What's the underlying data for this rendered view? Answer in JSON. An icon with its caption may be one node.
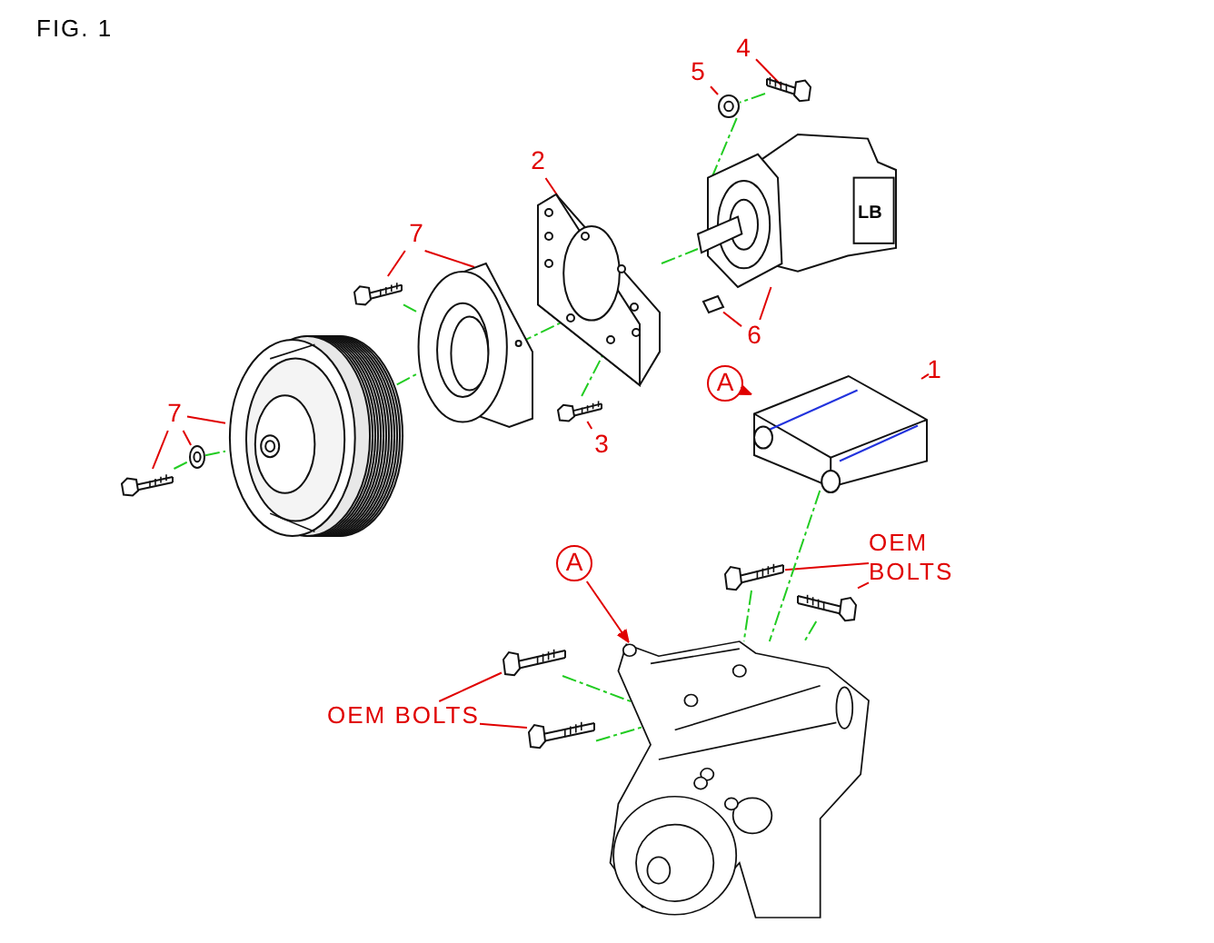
{
  "diagram": {
    "title": "FIG. 1",
    "nodes": [
      {
        "text": [
          "7"
        ]
      },
      {
        "text": [
          "7"
        ]
      },
      {
        "text": [
          "2"
        ]
      },
      {
        "text": [
          "3"
        ]
      },
      {
        "text": [
          "5"
        ]
      },
      {
        "text": [
          "4"
        ]
      },
      {
        "text": [
          "6"
        ]
      },
      {
        "text": [
          "A"
        ]
      },
      {
        "text": [
          "1"
        ]
      },
      {
        "text": [
          "A"
        ]
      },
      {
        "text": [
          "OEM BOLTS"
        ]
      },
      {
        "text": [
          "OEM BOLTS"
        ]
      },
      {
        "text": [],
        "shape": "picture"
      },
      {
        "text": [],
        "shape": "picture"
      },
      {
        "text": [],
        "shape": "picture"
      },
      {
        "text": [],
        "shape": "picture"
      },
      {
        "text": [],
        "shape": "picture"
      },
      {
        "text": [],
        "shape": "picture"
      },
      {
        "text": [],
        "shape": "picture"
      },
      {
        "text": [],
        "shape": "picture"
      },
      {
        "text": [],
        "shape": "picture"
      },
      {
        "text": [],
        "shape": "picture"
      },
      {
        "text": [],
        "shape": "picture"
      },
      {
        "text": [],
        "shape": "picture"
      },
      {
        "text": [],
        "shape": "picture"
      },
      {
        "text": [],
        "shape": "picture"
      },
      {
        "text": [],
        "shape": "picture"
      },
      {
        "text": [],
        "shape": "picture"
      },
      {
        "text": [],
        "shape": "picture"
      }
    ],
    "edges": [
      {
        "from": 0,
        "to": 15,
        "arrow": "none"
      },
      {
        "from": 0,
        "to": 16,
        "arrow": "none"
      },
      {
        "from": 1,
        "to": 12,
        "arrow": "none"
      },
      {
        "from": 1,
        "to": 13,
        "arrow": "none"
      },
      {
        "from": 1,
        "to": 14,
        "arrow": "none"
      },
      {
        "from": 2,
        "to": 17,
        "arrow": "none"
      },
      {
        "from": 3,
        "to": 18,
        "arrow": "none"
      },
      {
        "from": 4,
        "to": 19,
        "arrow": "none"
      },
      {
        "from": 5,
        "to": 20,
        "arrow": "none"
      },
      {
        "from": 6,
        "to": 22,
        "arrow": "none"
      },
      {
        "from": 6,
        "to": 21,
        "arrow": "none"
      },
      {
        "from": 7,
        "to": 23,
        "arrow": "to"
      },
      {
        "from": 8,
        "to": 23,
        "arrow": "none"
      },
      {
        "from": 9,
        "to": 24,
        "arrow": "to"
      },
      {
        "from": 10,
        "to": 25,
        "arrow": "none"
      },
      {
        "from": 10,
        "to": 26,
        "arrow": "none"
      },
      {
        "from": 11,
        "to": 27,
        "arrow": "none"
      },
      {
        "from": 11,
        "to": 28,
        "arrow": "none"
      },
      {
        "from": 12,
        "to": 13,
        "arrow": "none",
        "style": "dashed",
        "color": "#22cc22"
      },
      {
        "from": 13,
        "to": 14,
        "arrow": "none",
        "style": "dashed",
        "color": "#22cc22"
      },
      {
        "from": 14,
        "to": 16,
        "arrow": "none",
        "style": "dashed",
        "color": "#22cc22"
      },
      {
        "from": 15,
        "to": 16,
        "arrow": "none",
        "style": "dashed",
        "color": "#22cc22"
      },
      {
        "from": 16,
        "to": 17,
        "arrow": "none",
        "style": "dashed",
        "color": "#22cc22"
      },
      {
        "from": 17,
        "to": 21,
        "arrow": "none",
        "style": "dashed",
        "color": "#22cc22"
      },
      {
        "from": 18,
        "to": 17,
        "arrow": "none",
        "style": "dashed",
        "color": "#22cc22"
      },
      {
        "from": 20,
        "to": 19,
        "arrow": "none",
        "style": "dashed",
        "color": "#22cc22"
      },
      {
        "from": 19,
        "to": 21,
        "arrow": "none",
        "style": "dashed",
        "color": "#22cc22"
      },
      {
        "from": 23,
        "to": 24,
        "arrow": "none",
        "style": "dashed",
        "color": "#22cc22"
      },
      {
        "from": 25,
        "to": 24,
        "arrow": "none",
        "style": "dashed",
        "color": "#22cc22"
      },
      {
        "from": 26,
        "to": 24,
        "arrow": "none",
        "style": "dashed",
        "color": "#22cc22"
      },
      {
        "from": 27,
        "to": 24,
        "arrow": "none",
        "style": "dashed",
        "color": "#22cc22"
      },
      {
        "from": 28,
        "to": 24,
        "arrow": "none",
        "style": "dashed",
        "color": "#22cc22"
      }
    ],
    "labels": [
      "LB"
    ]
  }
}
